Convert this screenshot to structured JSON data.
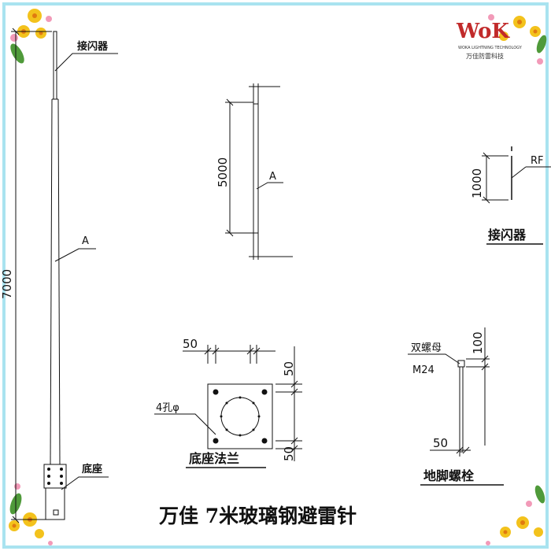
{
  "logo": {
    "letters": "WoK",
    "english": "WOKA LIGHTNING TECHNOLOGY",
    "chinese": "万佳防雷科技"
  },
  "pole": {
    "height_dim": "7000",
    "receptor_label": "接闪器",
    "body_label": "A",
    "base_label": "底座"
  },
  "section_view": {
    "length_dim": "5000",
    "label": "A"
  },
  "receptor_detail": {
    "dim": "1000",
    "note": "RF",
    "title": "接闪器"
  },
  "flange": {
    "dim_top": "50",
    "dim_right_top": "50",
    "dim_right_bottom": "50",
    "hole_note": "4孔φ",
    "title": "底座法兰"
  },
  "anchor_bolt": {
    "nut_label": "双螺母",
    "size_label": "M24",
    "dim_top": "100",
    "dim_bottom": "50",
    "title": "地脚螺栓"
  },
  "caption": "万佳 7米玻璃钢避雷针",
  "colors": {
    "frame": "#a9e3f0",
    "logo_red": "#c12a2a",
    "flower_yellow": "#f3c21c",
    "flower_pink": "#f29ab8",
    "leaf_green": "#4f9a3a"
  }
}
